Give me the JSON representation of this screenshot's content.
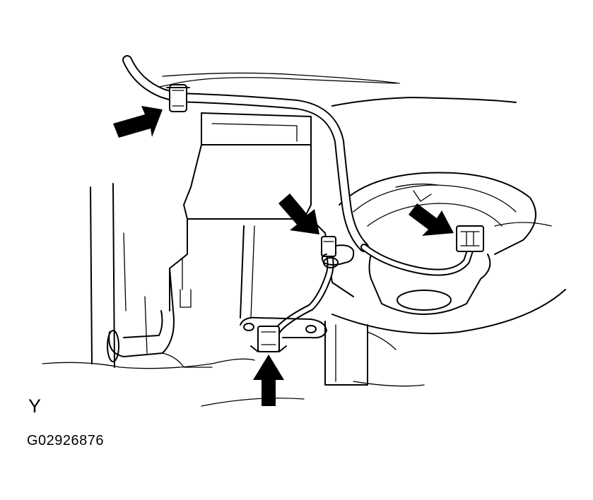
{
  "figure": {
    "view_label": "Y",
    "figure_code": "G02926876"
  },
  "colors": {
    "line": "#000000",
    "background": "#ffffff"
  },
  "callouts": [
    {
      "id": "clamp-arrow",
      "points_to": "wire-harness-clamp"
    },
    {
      "id": "left-connector-arrow",
      "points_to": "sensor-connector"
    },
    {
      "id": "right-connector-arrow",
      "points_to": "motor-connector"
    },
    {
      "id": "bottom-connector-arrow",
      "points_to": "lower-connector"
    }
  ]
}
